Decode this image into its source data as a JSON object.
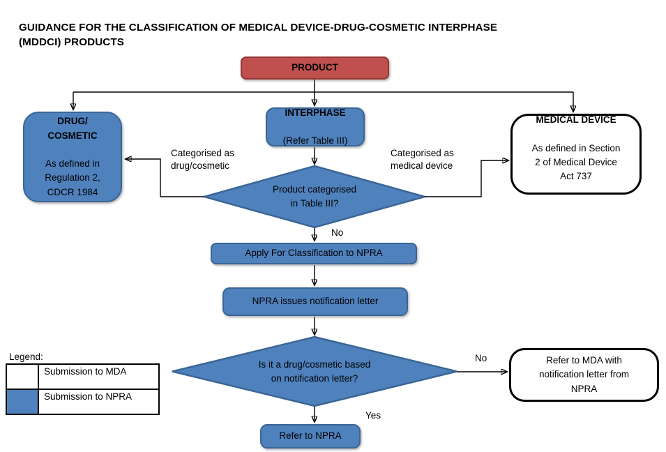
{
  "title": "GUIDANCE FOR THE CLASSIFICATION OF MEDICAL DEVICE-DRUG-COSMETIC INTERPHASE\n(MDDCI) PRODUCTS",
  "colors": {
    "red_fill": "#C0504D",
    "red_border": "#943634",
    "blue_fill": "#4F81BD",
    "blue_border": "#3A6596",
    "line": "#000000"
  },
  "nodes": {
    "product": {
      "label": "PRODUCT"
    },
    "drug_cosmetic": {
      "title": "DRUG/\nCOSMETIC",
      "body": "As defined in\nRegulation 2,\nCDCR 1984"
    },
    "interphase": {
      "title": "INTERPHASE",
      "body": "(Refer Table III)"
    },
    "medical_device": {
      "title": "MEDICAL DEVICE",
      "body": "As defined in Section\n2 of Medical Device\nAct 737"
    },
    "decision_table3": {
      "label": "Product categorised\nin Table III?"
    },
    "apply_npra": {
      "label": "Apply For Classification to NPRA"
    },
    "npra_letter": {
      "label": "NPRA issues notification letter"
    },
    "decision_letter": {
      "label": "Is it a drug/cosmetic based\non notification letter?"
    },
    "refer_mda": {
      "label": "Refer to MDA with\nnotification letter from\nNPRA"
    },
    "refer_npra": {
      "label": "Refer to NPRA"
    }
  },
  "edge_labels": {
    "categorised_drug": "Categorised as\ndrug/cosmetic",
    "categorised_device": "Categorised as\nmedical device",
    "no_table3": "No",
    "no_letter": "No",
    "yes_letter": "Yes"
  },
  "legend": {
    "title": "Legend:",
    "items": [
      {
        "swatch": "white",
        "label": "Submission to MDA"
      },
      {
        "swatch": "blue",
        "label": "Submission to NPRA"
      }
    ]
  }
}
